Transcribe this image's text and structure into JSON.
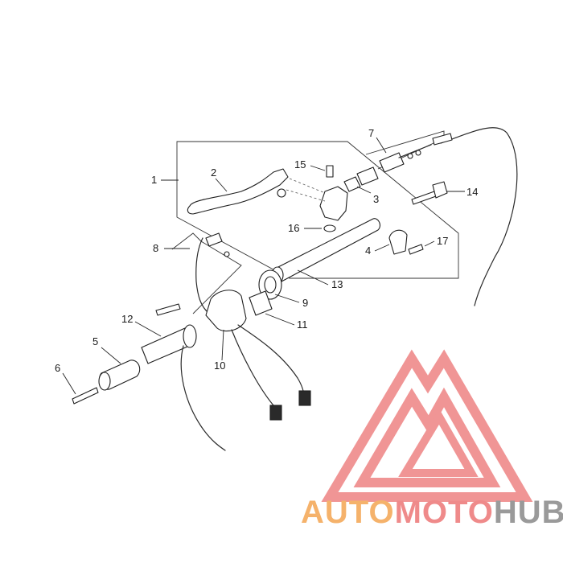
{
  "callouts": [
    {
      "id": "1",
      "label": "1"
    },
    {
      "id": "2",
      "label": "2"
    },
    {
      "id": "3",
      "label": "3"
    },
    {
      "id": "4",
      "label": "4"
    },
    {
      "id": "5",
      "label": "5"
    },
    {
      "id": "6",
      "label": "6"
    },
    {
      "id": "7",
      "label": "7"
    },
    {
      "id": "8",
      "label": "8"
    },
    {
      "id": "9",
      "label": "9"
    },
    {
      "id": "10",
      "label": "10"
    },
    {
      "id": "11",
      "label": "11"
    },
    {
      "id": "12",
      "label": "12"
    },
    {
      "id": "13",
      "label": "13"
    },
    {
      "id": "14",
      "label": "14"
    },
    {
      "id": "15",
      "label": "15"
    },
    {
      "id": "16",
      "label": "16"
    },
    {
      "id": "17",
      "label": "17"
    }
  ],
  "watermark": {
    "text_part1": "AUTO",
    "text_part2": "MOTO",
    "text_part3": "HUB",
    "color_orange": "#f5b26b",
    "color_red": "#ef8a8a",
    "color_grey": "#9a9a9a"
  }
}
